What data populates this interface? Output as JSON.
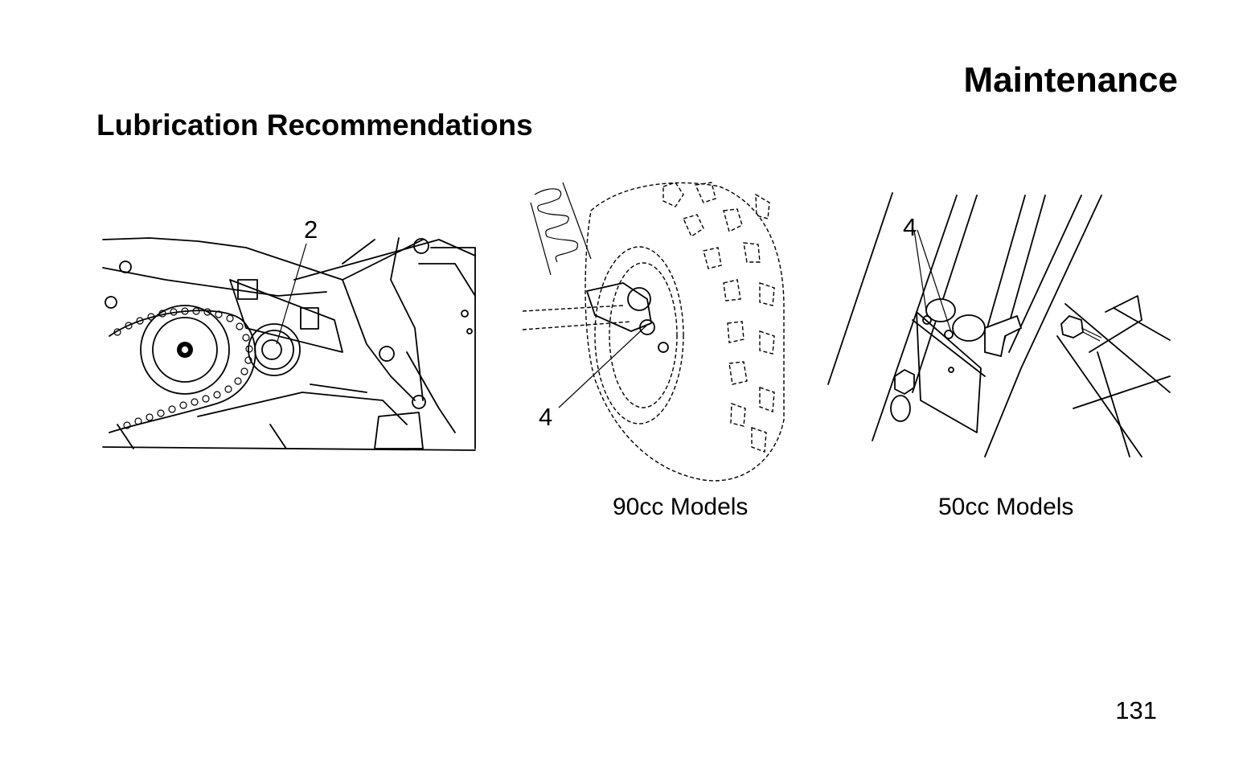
{
  "header": {
    "section_title": "Maintenance",
    "page_heading": "Lubrication Recommendations"
  },
  "figures": [
    {
      "name": "chain-case-illustration",
      "callouts": [
        "2"
      ],
      "caption": ""
    },
    {
      "name": "front-wheel-90cc-illustration",
      "callouts": [
        "4"
      ],
      "caption": "90cc Models"
    },
    {
      "name": "front-frame-50cc-illustration",
      "callouts": [
        "4"
      ],
      "caption": "50cc Models"
    }
  ],
  "footer": {
    "page_number": "131"
  }
}
